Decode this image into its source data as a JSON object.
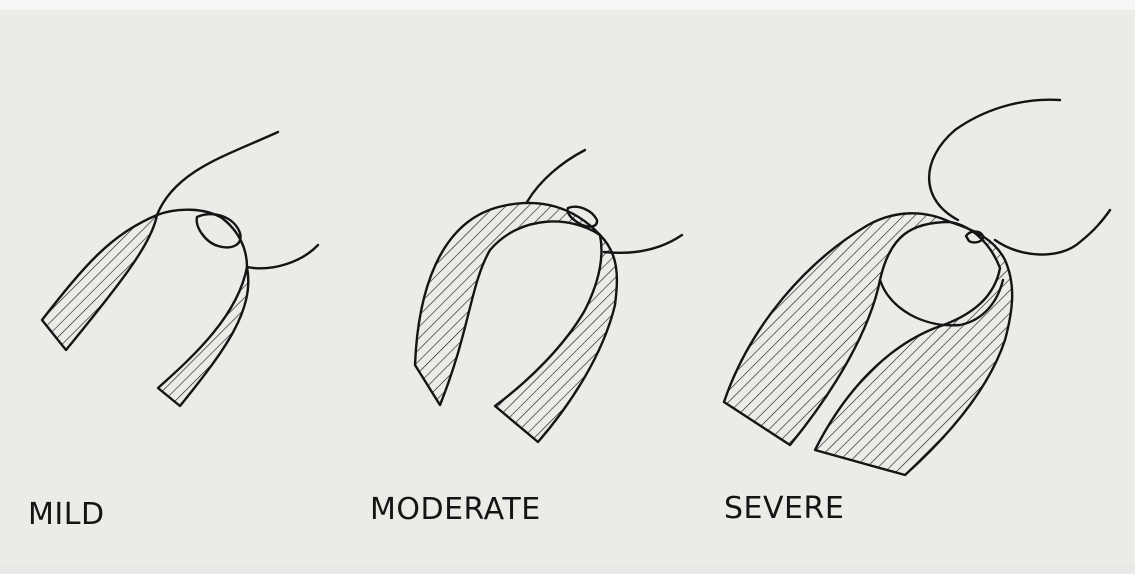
{
  "labels": {
    "mild": "MILD",
    "moderate": "MODERATE",
    "severe": "SEVERE"
  },
  "colors": {
    "ink": "#141414",
    "paper": "#ecebe8"
  }
}
